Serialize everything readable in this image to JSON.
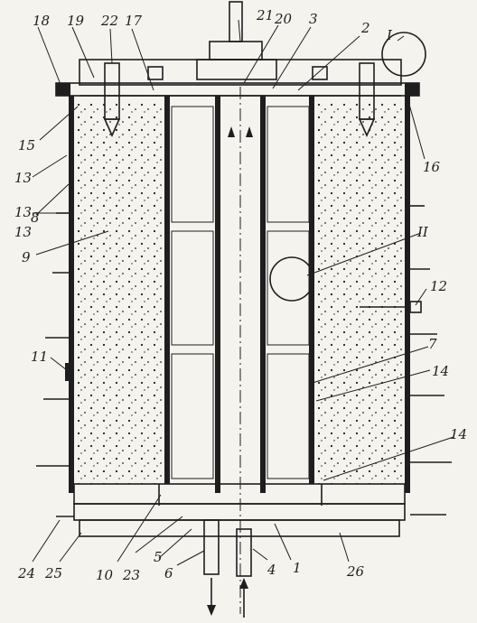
{
  "figure": {
    "background": "#f4f3ee",
    "ink": "#1e1e1e",
    "labels": {
      "n1": "1",
      "n2": "2",
      "n3": "3",
      "n4": "4",
      "n5": "5",
      "n6": "6",
      "n7": "7",
      "n8": "8",
      "n9": "9",
      "n10": "10",
      "n11": "11",
      "n12": "12",
      "n13a": "13",
      "n13b": "13",
      "n13c": "13",
      "n14a": "14",
      "n14b": "14",
      "n15": "15",
      "n16": "16",
      "n17": "17",
      "n18": "18",
      "n19": "19",
      "n20": "20",
      "n21": "21",
      "n22": "22",
      "n23": "23",
      "n24": "24",
      "n25": "25",
      "n26": "26",
      "detail1": "I",
      "detail2": "II"
    }
  }
}
